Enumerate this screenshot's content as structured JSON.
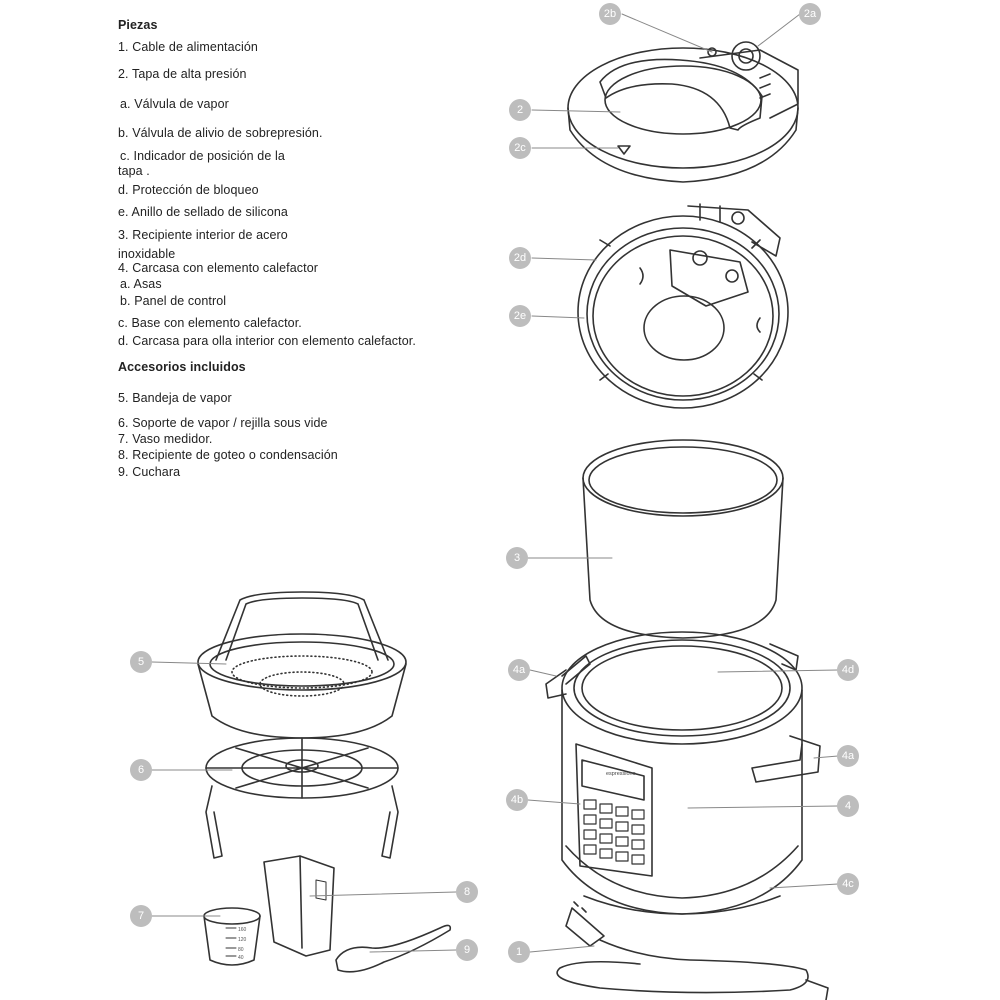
{
  "parts_heading": "Piezas",
  "parts": [
    "1. Cable de alimentación",
    "2. Tapa de alta presión",
    "a. Válvula de vapor",
    "b. Válvula de alivio de sobrepresión.",
    "c. Indicador de posición de la",
    "tapa .",
    "d. Protección de bloqueo",
    "e. Anillo de sellado de silicona",
    "3. Recipiente interior de acero",
    "inoxidable",
    "4. Carcasa con elemento calefactor",
    "a. Asas",
    "b. Panel de control",
    "c. Base con elemento calefactor.",
    "d. Carcasa para olla interior con elemento calefactor."
  ],
  "accessories_heading": "Accesorios incluidos",
  "accessories": [
    "5. Bandeja de vapor",
    "6. Soporte de vapor / rejilla sous vide",
    "7. Vaso medidor.",
    "8. Recipiente  de goteo o condensación",
    "9. Cuchara"
  ],
  "callouts": {
    "c2b": "2b",
    "c2a": "2a",
    "c2": "2",
    "c2c": "2c",
    "c2d": "2d",
    "c2e": "2e",
    "c3": "3",
    "c4a_left": "4a",
    "c4d": "4d",
    "c4a_right": "4a",
    "c4b": "4b",
    "c4": "4",
    "c4c": "4c",
    "c1": "1",
    "c5": "5",
    "c6": "6",
    "c7": "7",
    "c8": "8",
    "c9": "9"
  },
  "cup_marks": [
    "160",
    "120",
    "80",
    "40"
  ],
  "brand_text": "espressione"
}
